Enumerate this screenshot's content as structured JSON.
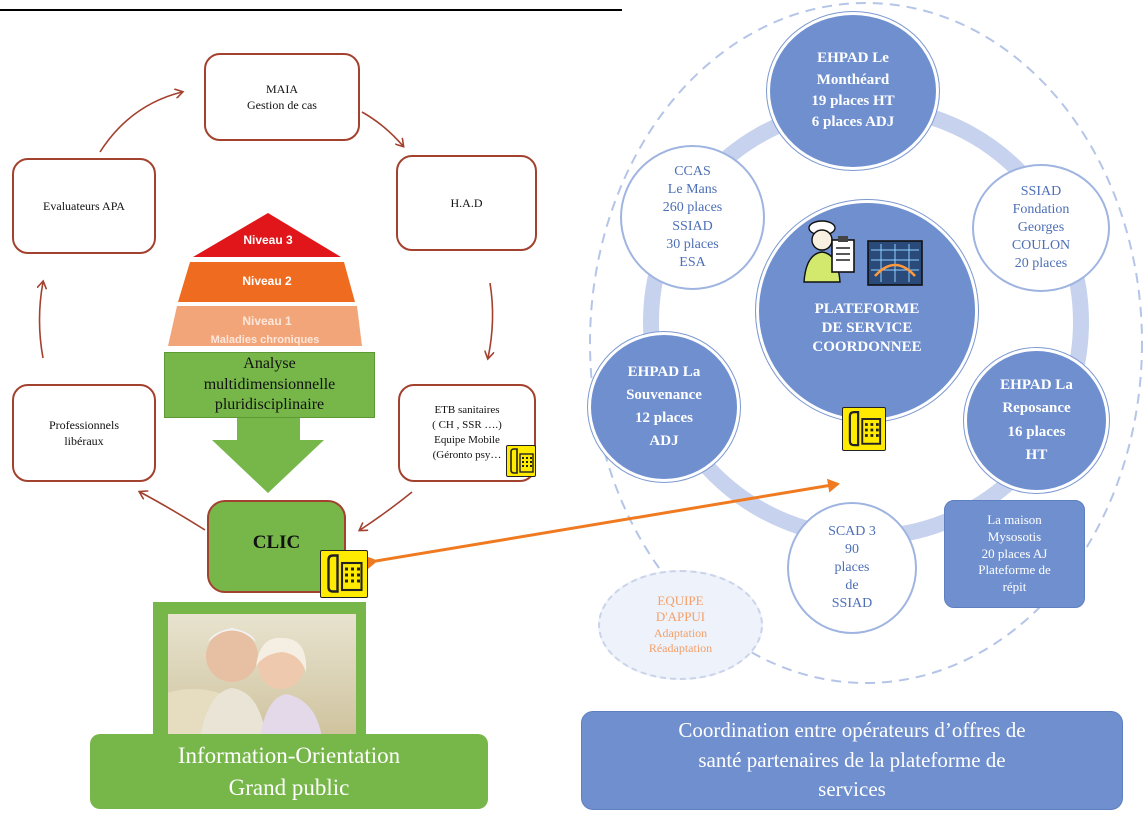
{
  "left": {
    "maia": "MAIA\nGestion de cas",
    "had": "H.A.D",
    "evaluateurs": "Evaluateurs APA",
    "professionnels": "Professionnels\nlibéraux",
    "etb": "ETB sanitaires\n( CH , SSR ….)\nEquipe Mobile\n(Géronto psy…",
    "niveau3": "Niveau 3",
    "niveau2": "Niveau 2",
    "niveau1": "Niveau 1",
    "niveau1_sub": "Maladies chroniques",
    "analyse": "Analyse\nmultidimensionnelle\npluridisciplinaire",
    "clic": "CLIC",
    "info_banner": "Information-Orientation\nGrand public"
  },
  "right": {
    "center": "PLATEFORME\nDE SERVICE\nCOORDONNEE",
    "montheard": "EHPAD Le\nMonthéard\n19 places HT\n6 places ADJ",
    "ccas": "CCAS\nLe Mans\n260 places\nSSIAD\n30 places\nESA",
    "ssiad_coulon": "SSIAD\nFondation\nGeorges\nCOULON\n20 places",
    "souvenance": "EHPAD La\nSouvenance\n12 places\nADJ",
    "reposance": "EHPAD La\nReposance\n16 places\nHT",
    "scad": "SCAD 3\n90\nplaces\nde\nSSIAD",
    "mysosotis": "La maison\nMysosotis\n20 places AJ\nPlateforme de\nrépit",
    "equipe_title": "EQUIPE\nD'APPUI",
    "equipe_sub": "Adaptation\nRéadaptation",
    "coord_banner": "Coordination entre opérateurs d’offres de\nsanté partenaires de la plateforme de\nservices"
  },
  "colors": {
    "box_border": "#a3412f",
    "green": "#77b74a",
    "blue_dark": "#6f8fcf",
    "blue_light": "#9fb4e0",
    "arrow_orange": "#f07a1f",
    "niveau3": "#e0161a",
    "niveau2": "#ef6b1f",
    "niveau1": "#f3a57a"
  },
  "icons": [
    "phone-icon",
    "nurse-icon",
    "network-screen-icon",
    "couple-photo"
  ]
}
